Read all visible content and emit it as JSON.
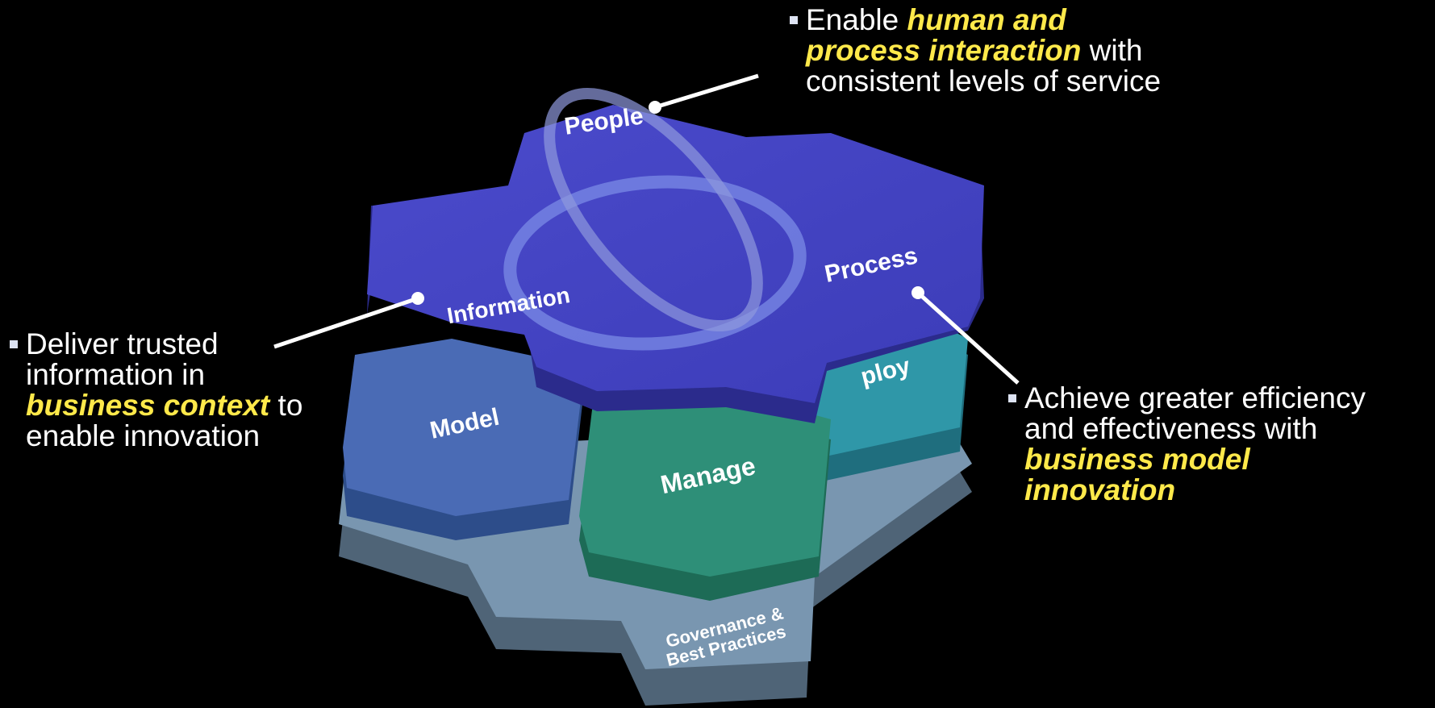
{
  "diagram": {
    "top_labels": {
      "people": "People",
      "information": "Information",
      "process": "Process"
    },
    "middle_labels": {
      "model": "Model",
      "deploy": "ploy",
      "manage": "Manage"
    },
    "base_label": {
      "line1": "Governance &",
      "line2": "Best Practices"
    }
  },
  "callouts": {
    "top": {
      "pre": "Enable ",
      "hl1": "human and",
      "hl2": "process interaction",
      "post": " with",
      "line3": "consistent levels of service"
    },
    "left": {
      "line1": "Deliver trusted",
      "line2": "information in",
      "hl": "business context",
      "post": " to",
      "line4": "enable innovation"
    },
    "right": {
      "line1": "Achieve greater efficiency",
      "line2": "and effectiveness with",
      "hl1": "business model",
      "hl2": "innovation"
    }
  },
  "colors": {
    "background": "#000000",
    "top_layer": "#4343c2",
    "model_hex": "#4a6bb5",
    "deploy_hex": "#2f97a8",
    "manage_hex": "#2e8f78",
    "base_layer": "#7996b0",
    "highlight_text": "#ffe94a",
    "body_text": "#ffffff"
  }
}
